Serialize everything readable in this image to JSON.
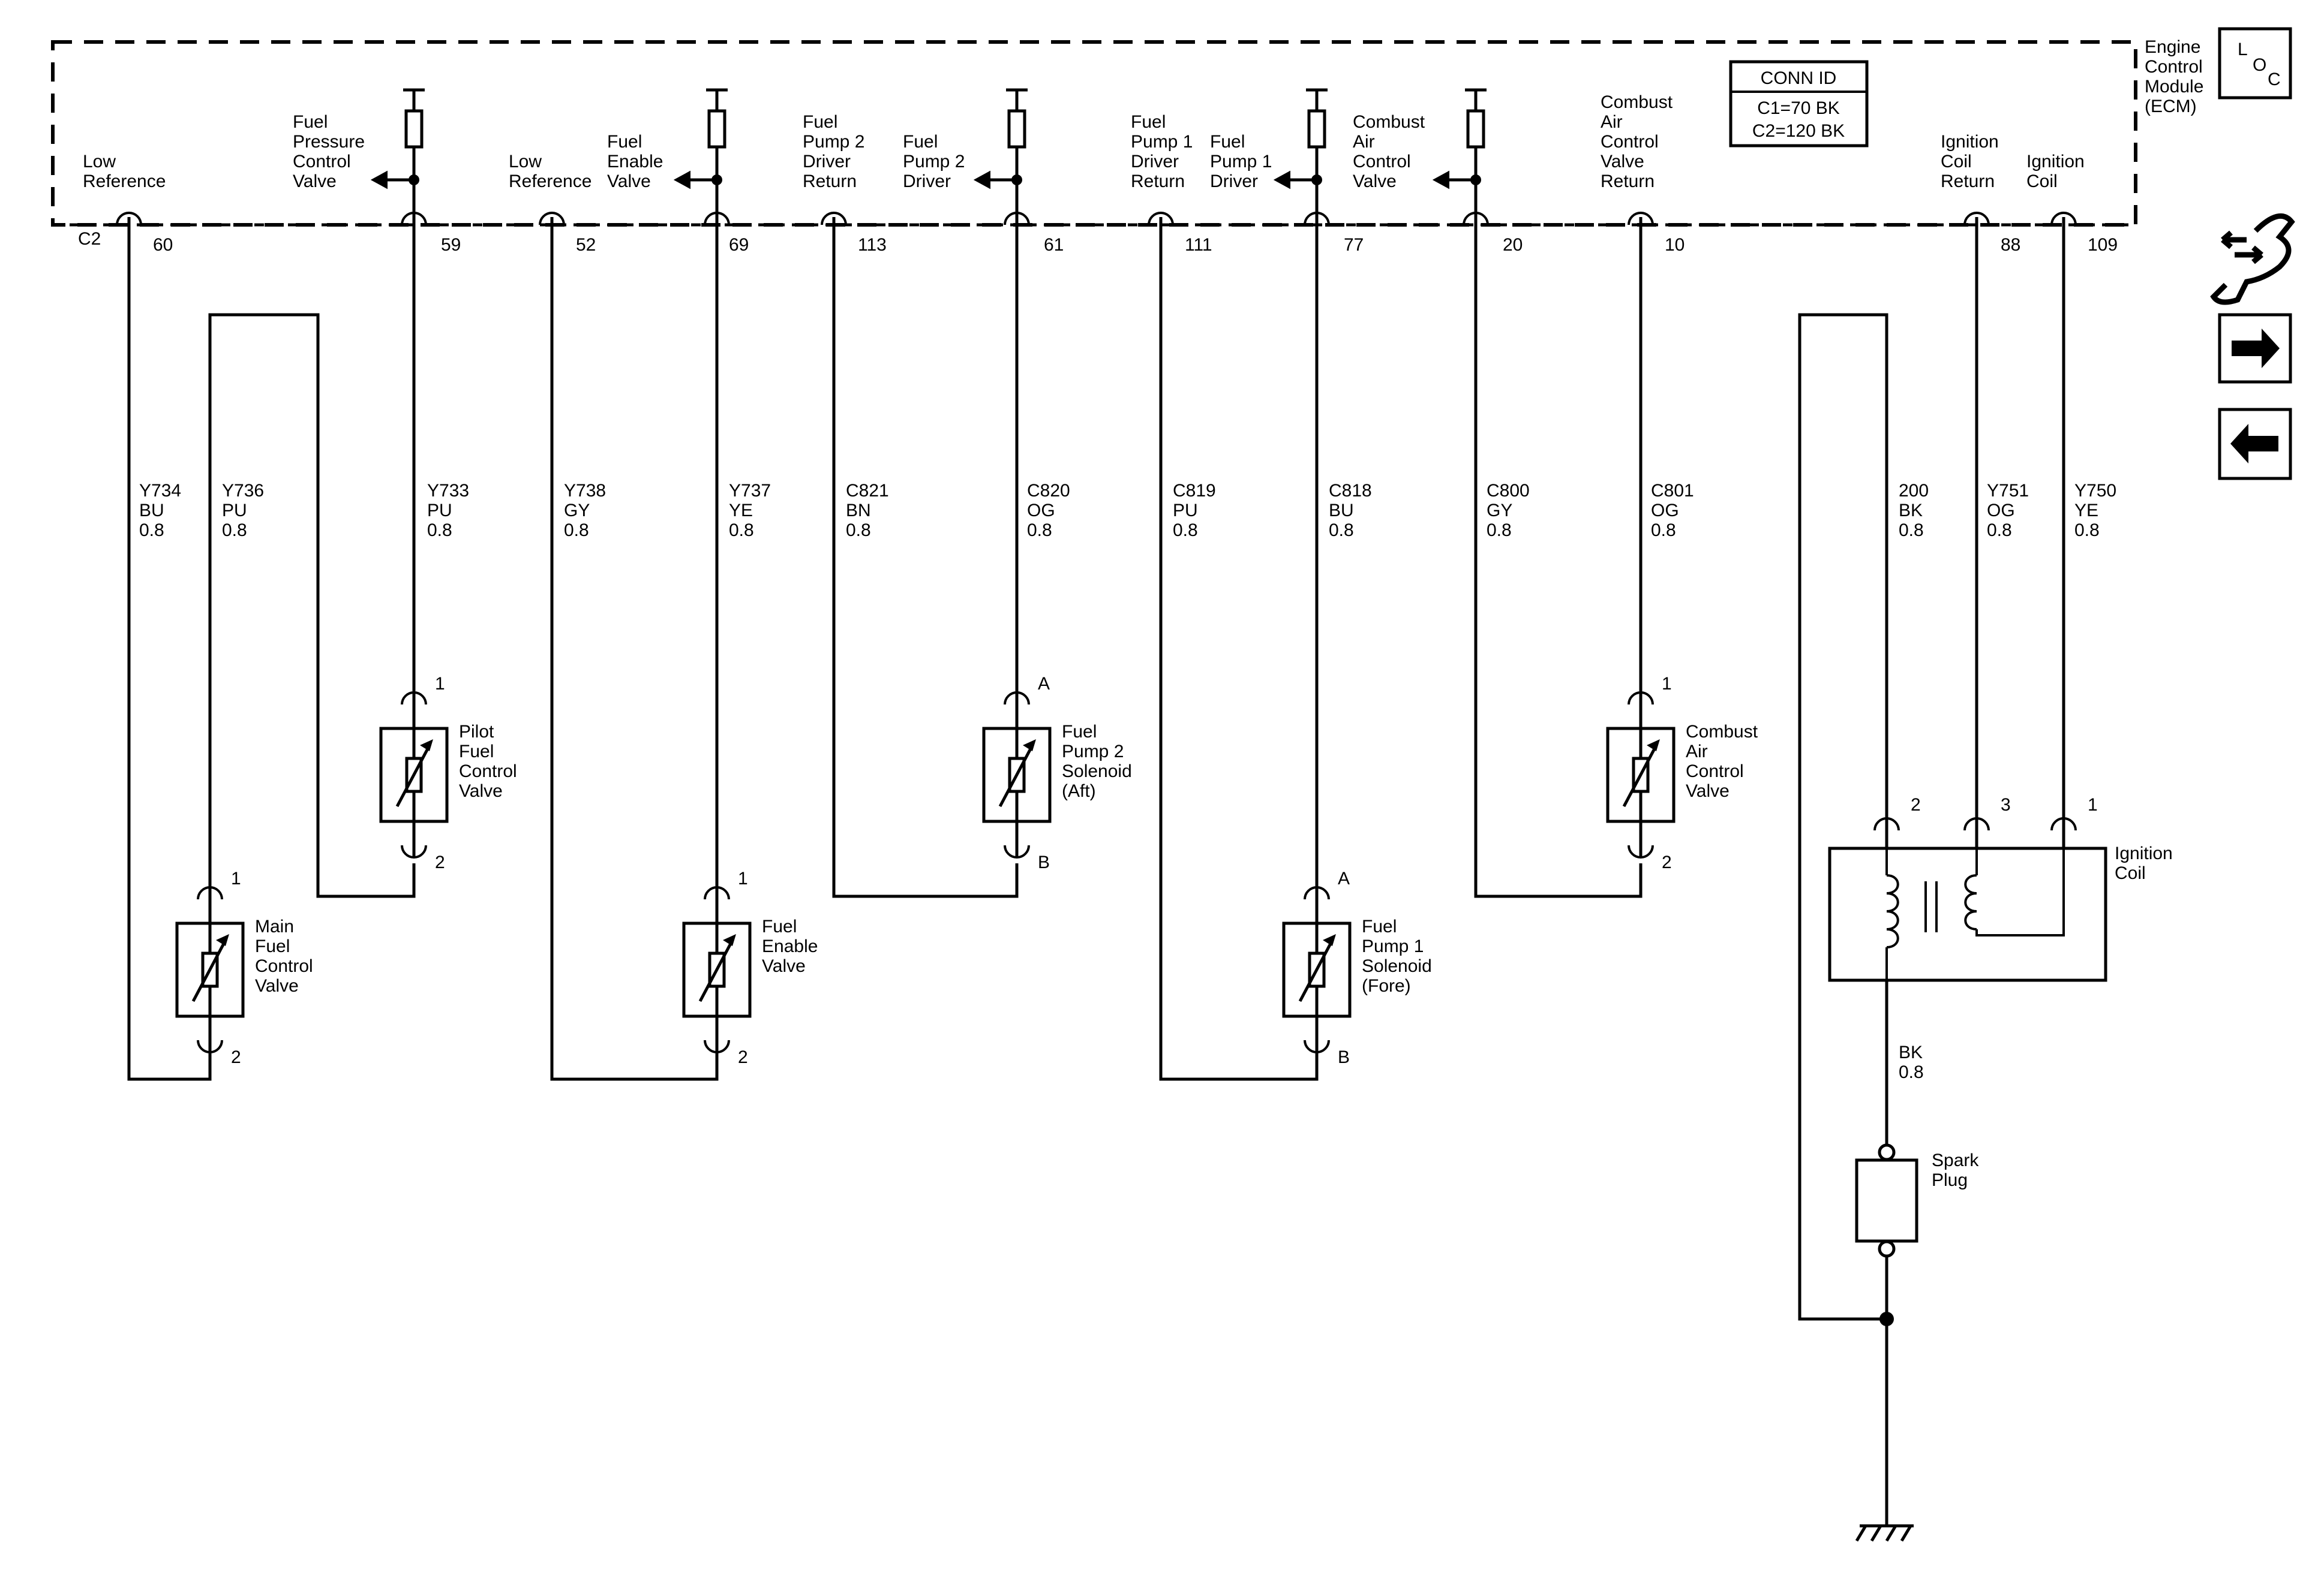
{
  "ecm": {
    "name": [
      "Engine",
      "Control",
      "Module",
      "(ECM)"
    ],
    "conn_title": "CONN ID",
    "conn_lines": [
      "C1=70 BK",
      "C2=120 BK"
    ],
    "connector": "C2"
  },
  "loc_button": {
    "letters": [
      "L",
      "O",
      "C"
    ]
  },
  "side_icons": [
    "connector-icon",
    "arrow-right-icon",
    "arrow-left-icon"
  ],
  "ecm_pins": [
    {
      "num": "60",
      "label": [
        "Low",
        "Reference"
      ]
    },
    {
      "num": "59",
      "label": [
        "Fuel",
        "Pressure",
        "Control",
        "Valve"
      ]
    },
    {
      "num": "52",
      "label": [
        "Low",
        "Reference"
      ]
    },
    {
      "num": "69",
      "label": [
        "Fuel",
        "Enable",
        "Valve"
      ]
    },
    {
      "num": "113",
      "label": [
        "Fuel",
        "Pump 2",
        "Driver",
        "Return"
      ]
    },
    {
      "num": "61",
      "label": [
        "Fuel",
        "Pump 2",
        "Driver"
      ]
    },
    {
      "num": "111",
      "label": [
        "Fuel",
        "Pump 1",
        "Driver",
        "Return"
      ]
    },
    {
      "num": "77",
      "label": [
        "Fuel",
        "Pump 1",
        "Driver"
      ]
    },
    {
      "num": "20",
      "label": [
        "Combust",
        "Air",
        "Control",
        "Valve"
      ]
    },
    {
      "num": "10",
      "label": [
        "Combust",
        "Air",
        "Control",
        "Valve",
        "Return"
      ]
    },
    {
      "num": "88",
      "label": [
        "Ignition",
        "Coil",
        "Return"
      ]
    },
    {
      "num": "109",
      "label": [
        "Ignition",
        "Coil"
      ]
    }
  ],
  "wires": [
    {
      "circuit": "Y734",
      "color": "BU",
      "gauge": "0.8"
    },
    {
      "circuit": "Y736",
      "color": "PU",
      "gauge": "0.8"
    },
    {
      "circuit": "Y733",
      "color": "PU",
      "gauge": "0.8"
    },
    {
      "circuit": "Y738",
      "color": "GY",
      "gauge": "0.8"
    },
    {
      "circuit": "Y737",
      "color": "YE",
      "gauge": "0.8"
    },
    {
      "circuit": "C821",
      "color": "BN",
      "gauge": "0.8"
    },
    {
      "circuit": "C820",
      "color": "OG",
      "gauge": "0.8"
    },
    {
      "circuit": "C819",
      "color": "PU",
      "gauge": "0.8"
    },
    {
      "circuit": "C818",
      "color": "BU",
      "gauge": "0.8"
    },
    {
      "circuit": "C800",
      "color": "GY",
      "gauge": "0.8"
    },
    {
      "circuit": "C801",
      "color": "OG",
      "gauge": "0.8"
    },
    {
      "circuit": "200",
      "color": "BK",
      "gauge": "0.8"
    },
    {
      "circuit": "Y751",
      "color": "OG",
      "gauge": "0.8"
    },
    {
      "circuit": "Y750",
      "color": "YE",
      "gauge": "0.8"
    }
  ],
  "components": [
    {
      "name": [
        "Pilot",
        "Fuel",
        "Control",
        "Valve"
      ],
      "pin_top": "1",
      "pin_bottom": "2"
    },
    {
      "name": [
        "Main",
        "Fuel",
        "Control",
        "Valve"
      ],
      "pin_top": "1",
      "pin_bottom": "2"
    },
    {
      "name": [
        "Fuel",
        "Enable",
        "Valve"
      ],
      "pin_top": "1",
      "pin_bottom": "2"
    },
    {
      "name": [
        "Fuel",
        "Pump 2",
        "Solenoid",
        "(Aft)"
      ],
      "pin_top": "A",
      "pin_bottom": "B"
    },
    {
      "name": [
        "Fuel",
        "Pump 1",
        "Solenoid",
        "(Fore)"
      ],
      "pin_top": "A",
      "pin_bottom": "B"
    },
    {
      "name": [
        "Combust",
        "Air",
        "Control",
        "Valve"
      ],
      "pin_top": "1",
      "pin_bottom": "2"
    }
  ],
  "ignition_coil": {
    "name": [
      "Ignition",
      "Coil"
    ],
    "pins": [
      "2",
      "3",
      "1"
    ]
  },
  "spark_plug": {
    "name": [
      "Spark",
      "Plug"
    ],
    "wire": {
      "color": "BK",
      "gauge": "0.8"
    }
  }
}
